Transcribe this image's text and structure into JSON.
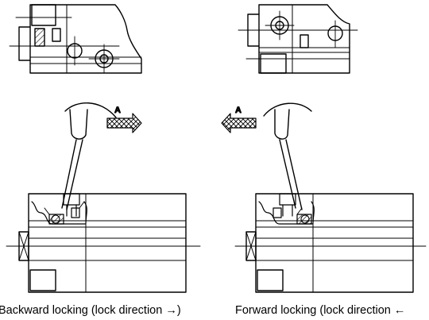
{
  "captions": {
    "left": "Backward locking (lock direction →)",
    "right": "Forward locking (lock direction ←"
  },
  "arrow_labels": {
    "left": "A",
    "right": "A"
  }
}
